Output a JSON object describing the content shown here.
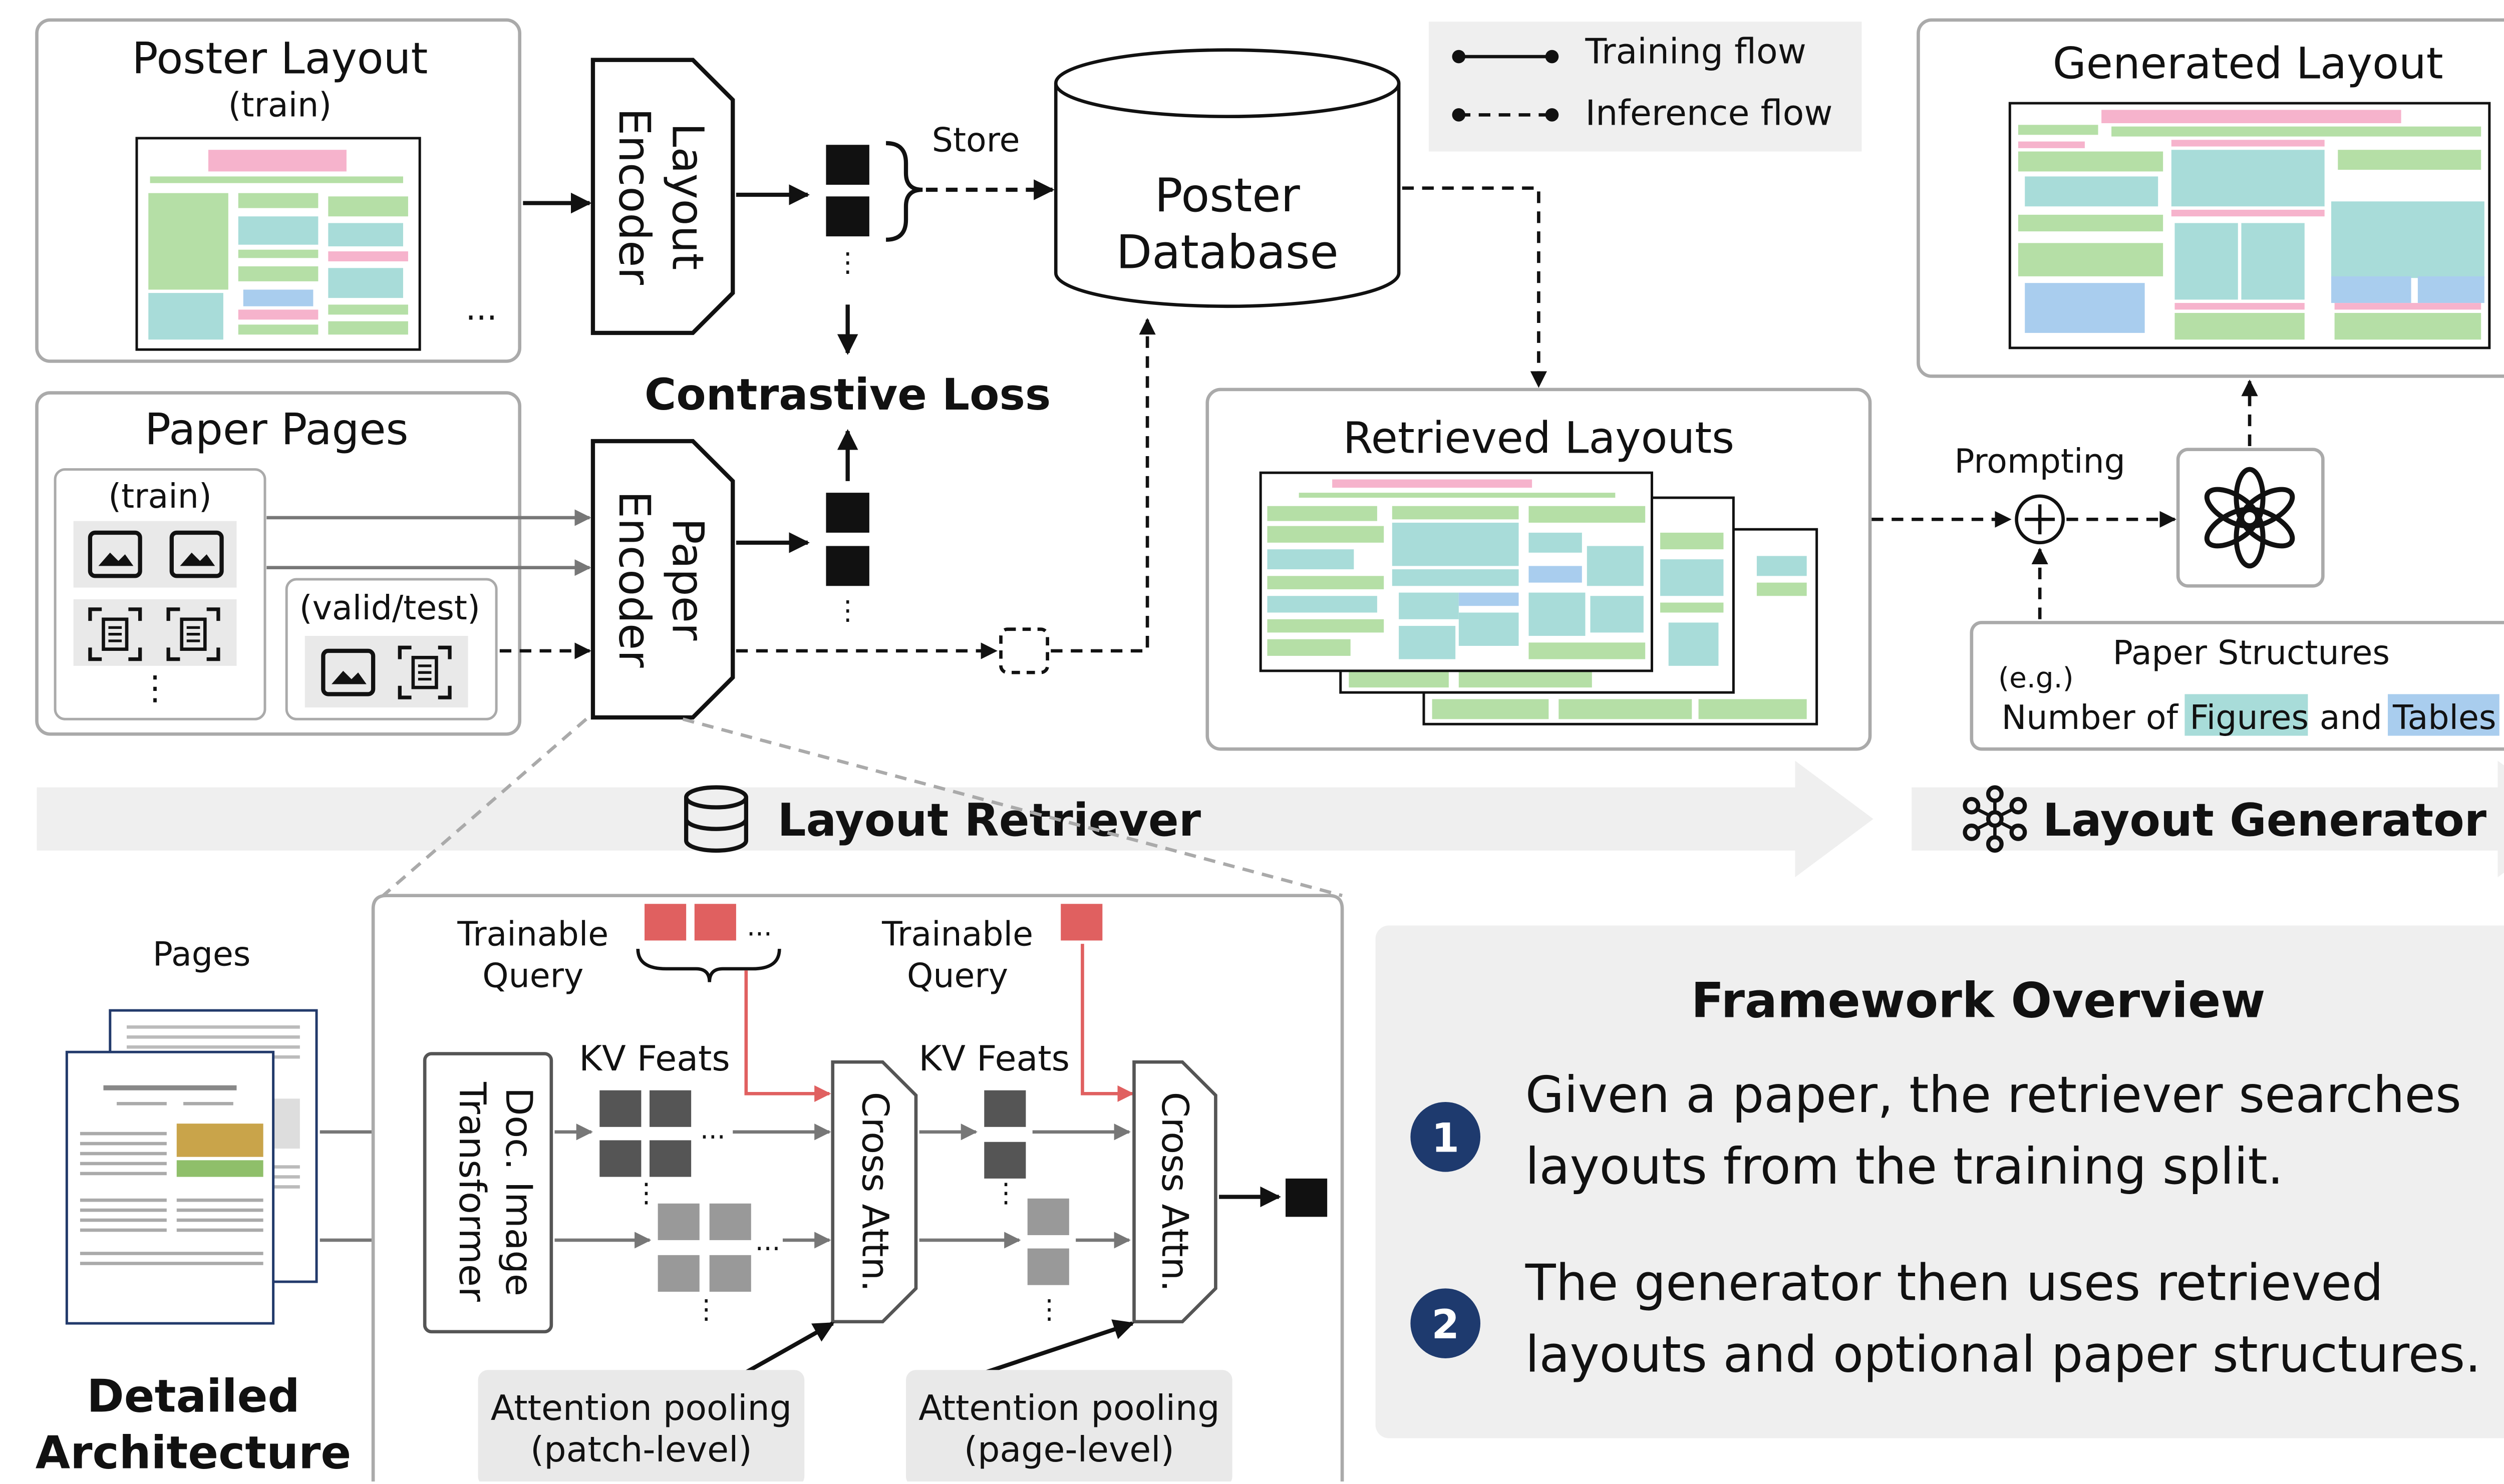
{
  "legend": {
    "training": "Training flow",
    "inference": "Inference flow"
  },
  "poster_layout": {
    "title": "Poster Layout",
    "sub": "(train)",
    "ellipsis": "..."
  },
  "paper_pages": {
    "title": "Paper Pages",
    "train": "(train)",
    "valid": "(valid/test)",
    "ellipsis": "⋮"
  },
  "layout_encoder": {
    "line1": "Layout",
    "line2": "Encoder"
  },
  "paper_encoder": {
    "line1": "Paper",
    "line2": "Encoder"
  },
  "store": "Store",
  "contrastive": "Contrastive Loss",
  "database": {
    "line1": "Poster",
    "line2": "Database"
  },
  "retrieved": "Retrieved Layouts",
  "generated": "Generated Layout",
  "prompting": "Prompting",
  "structures": {
    "title": "Paper Structures",
    "eg": "(e.g.)",
    "pre": "Number of",
    "figures": "Figures",
    "and": "and",
    "tables": "Tables"
  },
  "banner": {
    "retriever": "Layout Retriever",
    "generator": "Layout Generator"
  },
  "detail": {
    "pages": "Pages",
    "title1": "Detailed",
    "title2": "Architecture",
    "doc1": "Doc. Image",
    "doc2": "Transformer",
    "tq1": "Trainable",
    "tq2": "Query",
    "kv": "KV Feats",
    "cross": "Cross Attn.",
    "pool1a": "Attention pooling",
    "pool1b": "(patch-level)",
    "pool2a": "Attention pooling",
    "pool2b": "(page-level)",
    "dots": "...",
    "vdots": "⋮"
  },
  "overview": {
    "title": "Framework Overview",
    "n1": "1",
    "n2": "2",
    "s1a": "Given a paper, the retriever searches",
    "s1b": "layouts from the training split.",
    "s2a": "The generator then uses retrieved",
    "s2b": "layouts and optional paper structures."
  },
  "colors": {
    "green": "#b5dfa6",
    "teal": "#a8dcd9",
    "pink": "#f6b3cc",
    "blue": "#a9cdee",
    "red": "#e06060",
    "navy": "#1e3a6e"
  }
}
